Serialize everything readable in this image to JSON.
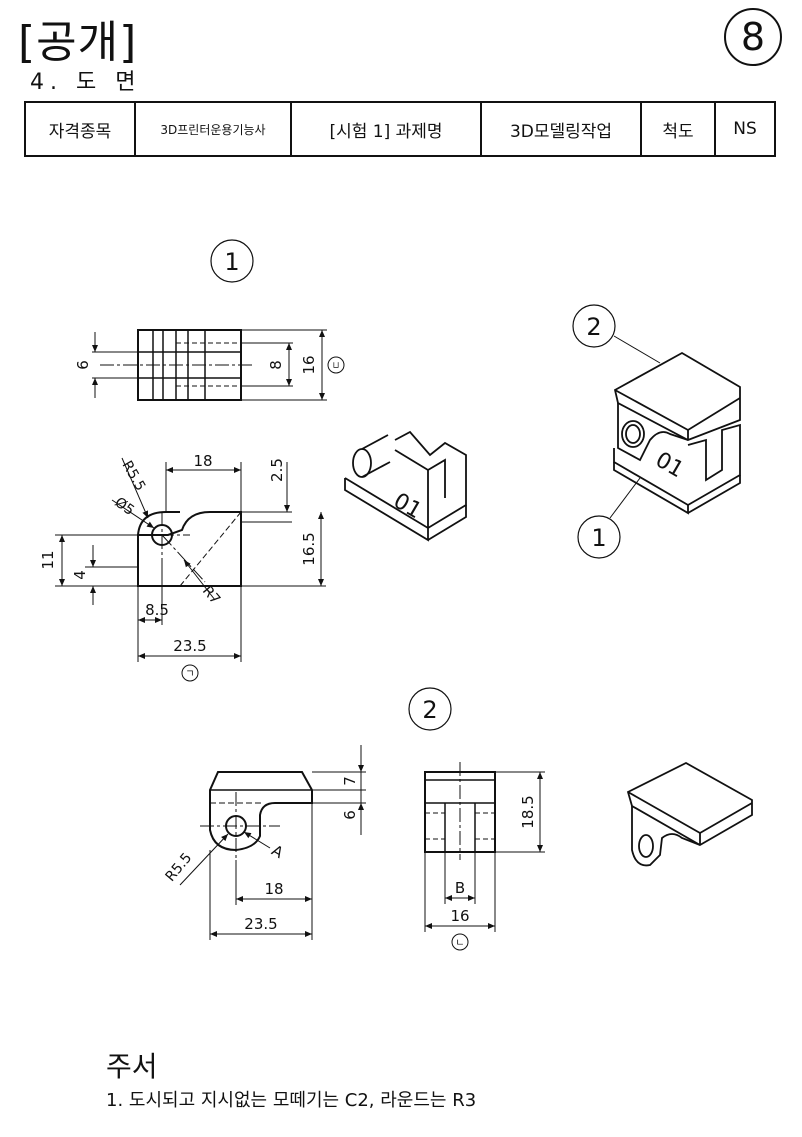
{
  "header": {
    "title": "[공개]",
    "subtitle": "4. 도 면",
    "sheet_number": "8"
  },
  "info_table": {
    "cells": [
      "자격종목",
      "3D프린터운용기능사",
      "[시험 1] 과제명",
      "3D모델링작업",
      "척도",
      "NS"
    ]
  },
  "part_labels": {
    "part1": "1",
    "part2": "2"
  },
  "dimensions": {
    "d6": "6",
    "d8": "8",
    "d16": "16",
    "d18": "18",
    "d2_5": "2.5",
    "r5_5": "R5.5",
    "phi5": "Ø5",
    "d11": "11",
    "d4": "4",
    "d16_5": "16.5",
    "r7": "R7",
    "d8_5": "8.5",
    "d23_5": "23.5",
    "d7": "7",
    "d18_5": "18.5",
    "b": "B",
    "a": "A"
  },
  "view_markers": {
    "giyeok": "ㄱ",
    "nieun": "ㄴ",
    "digeut": "ㄷ"
  },
  "engraving": {
    "text": "01"
  },
  "notes": {
    "title": "주서",
    "line1": "1. 도시되고 지시없는 모떼기는 C2, 라운드는 R3"
  }
}
